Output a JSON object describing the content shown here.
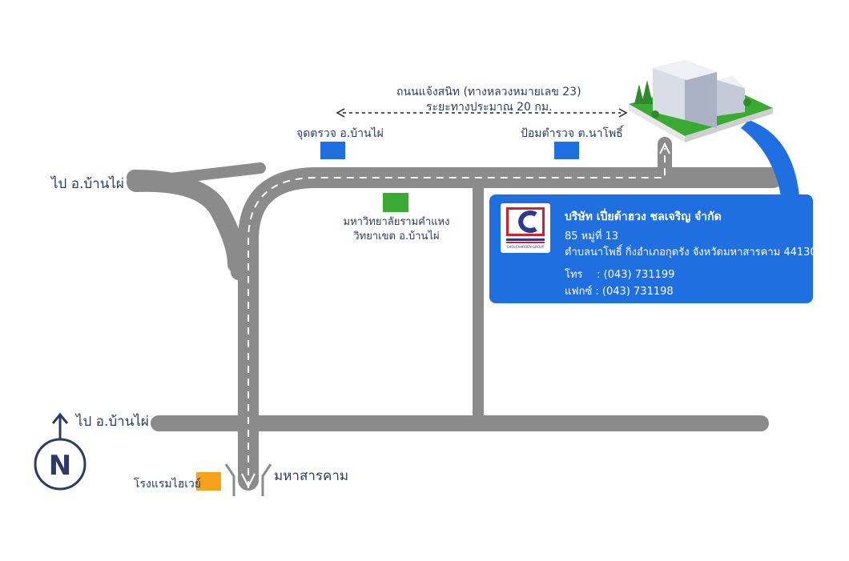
{
  "labels": {
    "road_name": "ถนนแจ้งสนิท (ทางหลวงหมายเลข 23)",
    "distance": "ระยะทางประมาณ 20 กม.",
    "checkpoint": "จุดตรวจ  อ.บ้านไผ่",
    "police_box": "ป้อมตำรวจ  ต.นาโพธิ์",
    "to_banphai_top": "ไป อ.บ้านไผ่",
    "to_banphai_bottom": "ไป อ.บ้านไผ่",
    "university_line1": "มหาวิทยาลัยรามคำแหง",
    "university_line2": "วิทยาเขต  อ.บ้านไผ่",
    "hotel": "โรงแรมไฮเวย์",
    "maha_sarakham": "มหาสารคาม",
    "north": "N"
  },
  "company": {
    "name": "บริษัท เปี่ยต้าฮวง ชลเจริญ จำกัด",
    "address_line1": "85 หมู่ที่ 13",
    "address_line2": "ตำบลนาโพธิ์ กิ่งอำเภอกุดรัง จังหวัดมหาสารคาม 44130",
    "phone_label": "โทร",
    "phone_value": ": (043) 731199",
    "fax_label": "แฟกซ์",
    "fax_value": ": (043) 731198",
    "logo_caption": "CHOLCHAROEN GROUP"
  },
  "colors": {
    "road": "#8b8b8b",
    "info_card": "#1f6fe0",
    "checkpoint_marker": "#1f6fe0",
    "university_marker": "#3aaa35",
    "hotel_marker": "#f6a21b",
    "label_text": "#2b3a67"
  }
}
